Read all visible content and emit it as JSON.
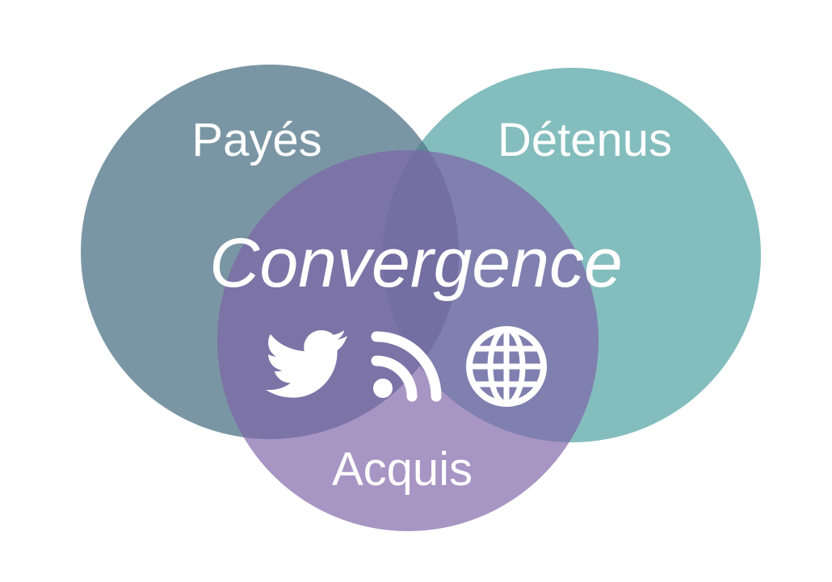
{
  "diagram": {
    "center_label": "Convergence",
    "circles": [
      {
        "id": "paid",
        "label": "Payés",
        "color": "#5d8290"
      },
      {
        "id": "owned",
        "label": "Détenus",
        "color": "#6fb1b1"
      },
      {
        "id": "earned",
        "label": "Acquis",
        "color": "#8f78b5"
      }
    ],
    "icons": [
      "twitter-icon",
      "rss-icon",
      "globe-icon"
    ],
    "colors": {
      "background": "#ffffff",
      "text": "#ffffff"
    }
  }
}
